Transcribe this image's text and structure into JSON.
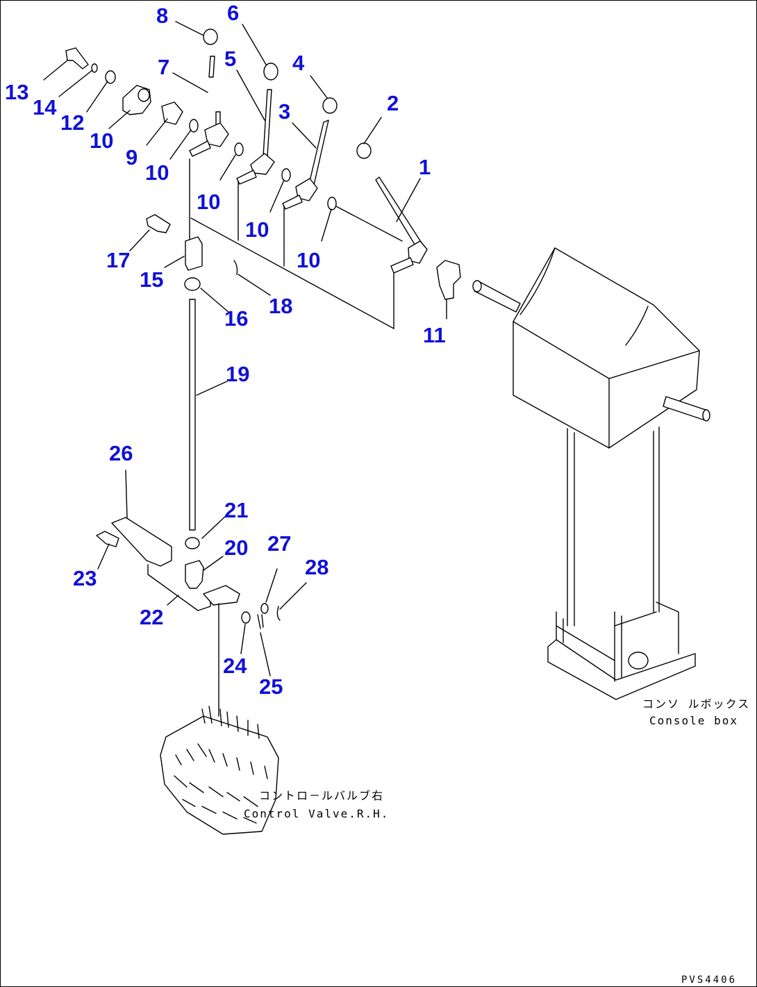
{
  "callouts": {
    "n1": "1",
    "n2": "2",
    "n3": "3",
    "n4": "4",
    "n5": "5",
    "n6": "6",
    "n7": "7",
    "n8": "8",
    "n9": "9",
    "n10": "10",
    "n11": "11",
    "n12": "12",
    "n13": "13",
    "n14": "14",
    "n15": "15",
    "n16": "16",
    "n17": "17",
    "n18": "18",
    "n19": "19",
    "n20": "20",
    "n21": "21",
    "n22": "22",
    "n23": "23",
    "n24": "24",
    "n25": "25",
    "n26": "26",
    "n27": "27",
    "n28": "28"
  },
  "labels": {
    "console_box_jp": "コンソ ルボックス",
    "console_box_en": "Console box",
    "control_valve_jp": "コントロ－ルバルブ右",
    "control_valve_en": "Control Valve.R.H.",
    "drawing_code": "PVS4406"
  },
  "colors": {
    "callout": "#1010d8",
    "line": "#000000",
    "background": "#ffffff"
  }
}
